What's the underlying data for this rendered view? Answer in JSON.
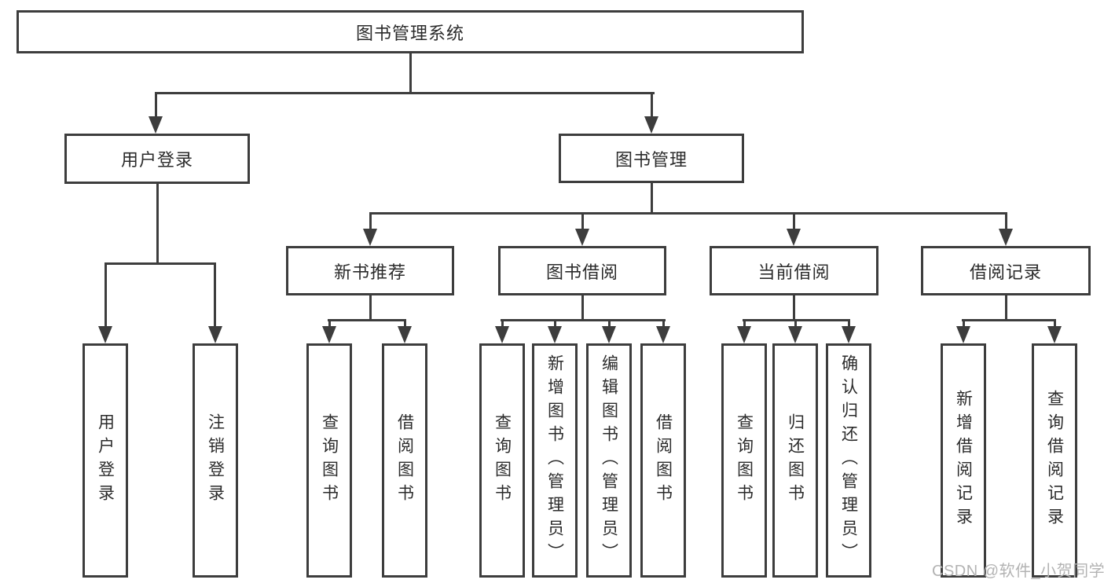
{
  "diagram": {
    "root": {
      "label": "图书管理系统"
    },
    "user_login": {
      "label": "用户登录",
      "children": [
        {
          "label": "用户登录"
        },
        {
          "label": "注销登录"
        }
      ]
    },
    "book_management": {
      "label": "图书管理",
      "sections": [
        {
          "label": "新书推荐",
          "children": [
            {
              "label": "查询图书"
            },
            {
              "label": "借阅图书"
            }
          ]
        },
        {
          "label": "图书借阅",
          "children": [
            {
              "label": "查询图书"
            },
            {
              "label": "新增图书（管理员）"
            },
            {
              "label": "编辑图书（管理员）"
            },
            {
              "label": "借阅图书"
            }
          ]
        },
        {
          "label": "当前借阅",
          "children": [
            {
              "label": "查询图书"
            },
            {
              "label": "归还图书"
            },
            {
              "label": "确认归还（管理员）"
            }
          ]
        },
        {
          "label": "借阅记录",
          "children": [
            {
              "label": "新增借阅记录"
            },
            {
              "label": "查询借阅记录"
            }
          ]
        }
      ]
    },
    "watermark": {
      "text": "CSDN @软件_小贺同学"
    },
    "colors": {
      "line": "#3d3d3d",
      "text": "#2b2b2b",
      "watermark": "#b3b3b3",
      "background": "#ffffff"
    }
  }
}
